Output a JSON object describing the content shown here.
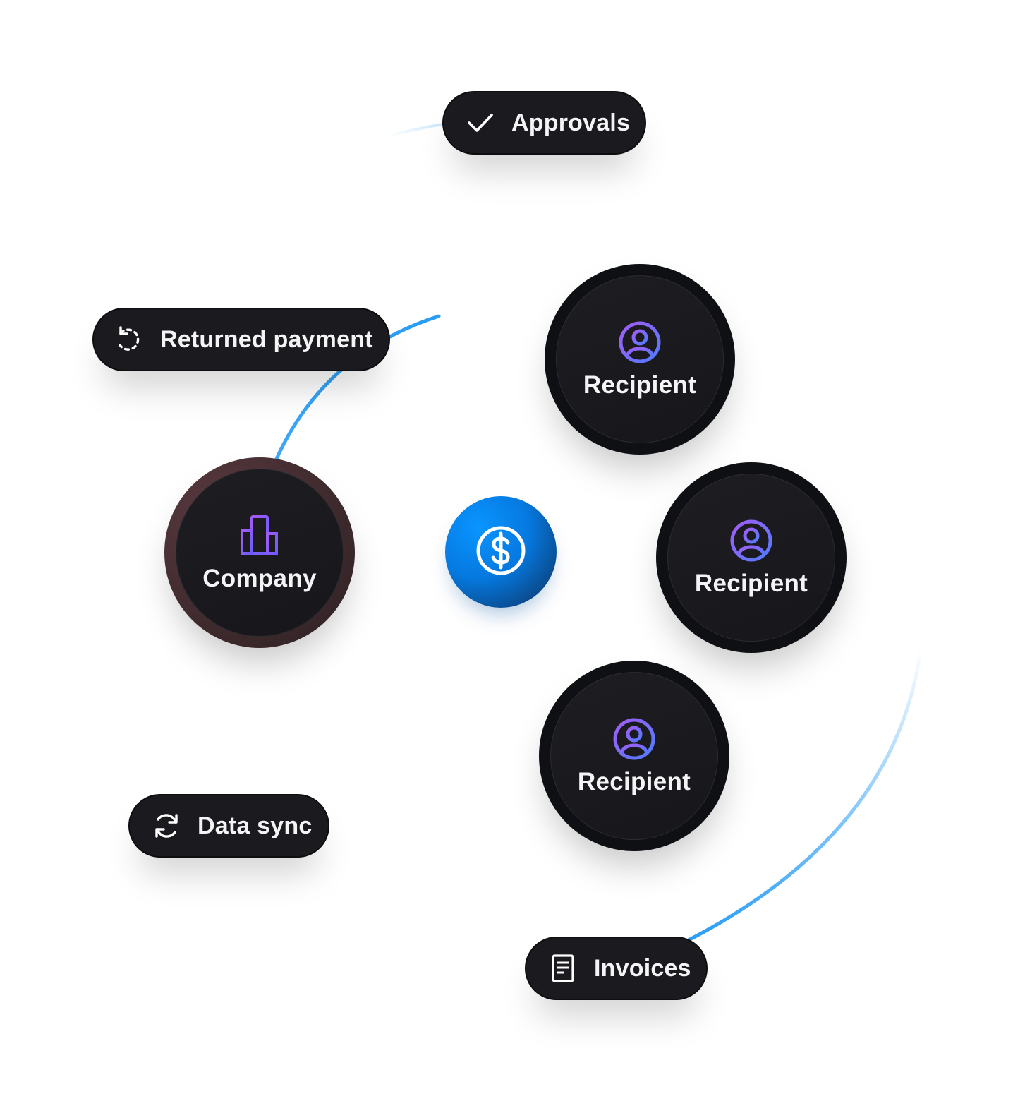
{
  "hub": {
    "icon": "dollar-circle-icon",
    "color": "#0a8cff"
  },
  "nodes": {
    "company": {
      "label": "Company",
      "icon": "building-icon"
    },
    "recipient_1": {
      "label": "Recipient",
      "icon": "user-circle-icon"
    },
    "recipient_2": {
      "label": "Recipient",
      "icon": "user-circle-icon"
    },
    "recipient_3": {
      "label": "Recipient",
      "icon": "user-circle-icon"
    }
  },
  "pills": {
    "approvals": {
      "label": "Approvals",
      "icon": "check-icon"
    },
    "returned_payment": {
      "label": "Returned payment",
      "icon": "dashed-rotate-icon"
    },
    "data_sync": {
      "label": "Data sync",
      "icon": "refresh-icon"
    },
    "invoices": {
      "label": "Invoices",
      "icon": "document-icon"
    }
  },
  "colors": {
    "node_background": "#1b1b1f",
    "accent_blue": "#2a9df4",
    "icon_gradient_start": "#9b5cf6",
    "icon_gradient_end": "#4f7cff"
  }
}
